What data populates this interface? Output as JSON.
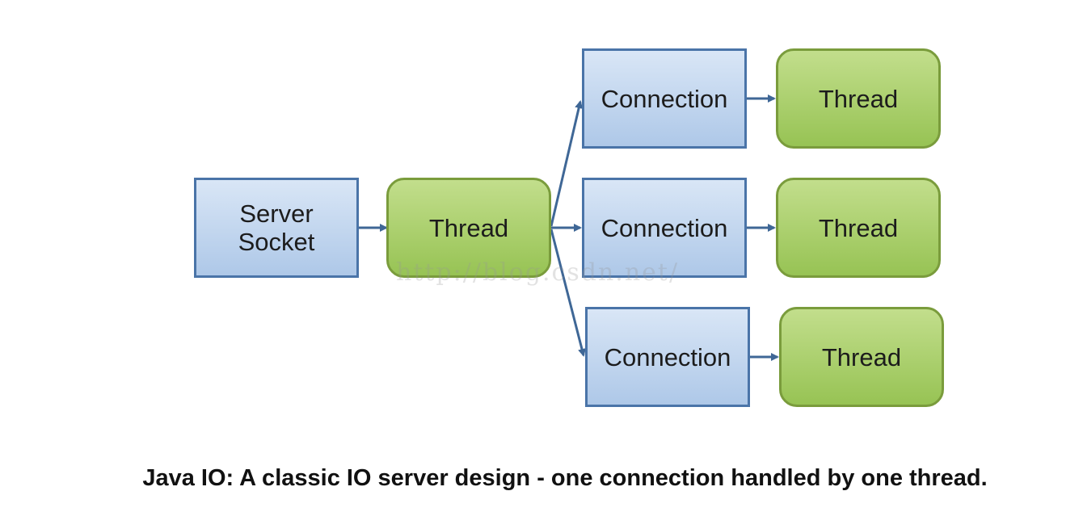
{
  "diagram": {
    "nodes": {
      "server_socket": {
        "lines": [
          "Server",
          "Socket"
        ]
      },
      "acceptor_thread": {
        "label": "Thread"
      },
      "connection_1": {
        "label": "Connection"
      },
      "connection_2": {
        "label": "Connection"
      },
      "connection_3": {
        "label": "Connection"
      },
      "worker_thread_1": {
        "label": "Thread"
      },
      "worker_thread_2": {
        "label": "Thread"
      },
      "worker_thread_3": {
        "label": "Thread"
      }
    },
    "edges": [
      {
        "from": "server_socket",
        "to": "acceptor_thread"
      },
      {
        "from": "acceptor_thread",
        "to": "connection_1"
      },
      {
        "from": "acceptor_thread",
        "to": "connection_2"
      },
      {
        "from": "acceptor_thread",
        "to": "connection_3"
      },
      {
        "from": "connection_1",
        "to": "worker_thread_1"
      },
      {
        "from": "connection_2",
        "to": "worker_thread_2"
      },
      {
        "from": "connection_3",
        "to": "worker_thread_3"
      }
    ],
    "colors": {
      "connection_fill": "#c4d8f0",
      "connection_border": "#4a74a8",
      "thread_fill": "#a9d06a",
      "thread_border": "#7a9c3c",
      "arrow": "#3f6796"
    }
  },
  "watermark": "http://blog.csdn.net/",
  "caption": "Java IO: A classic IO server design - one connection handled by one thread."
}
